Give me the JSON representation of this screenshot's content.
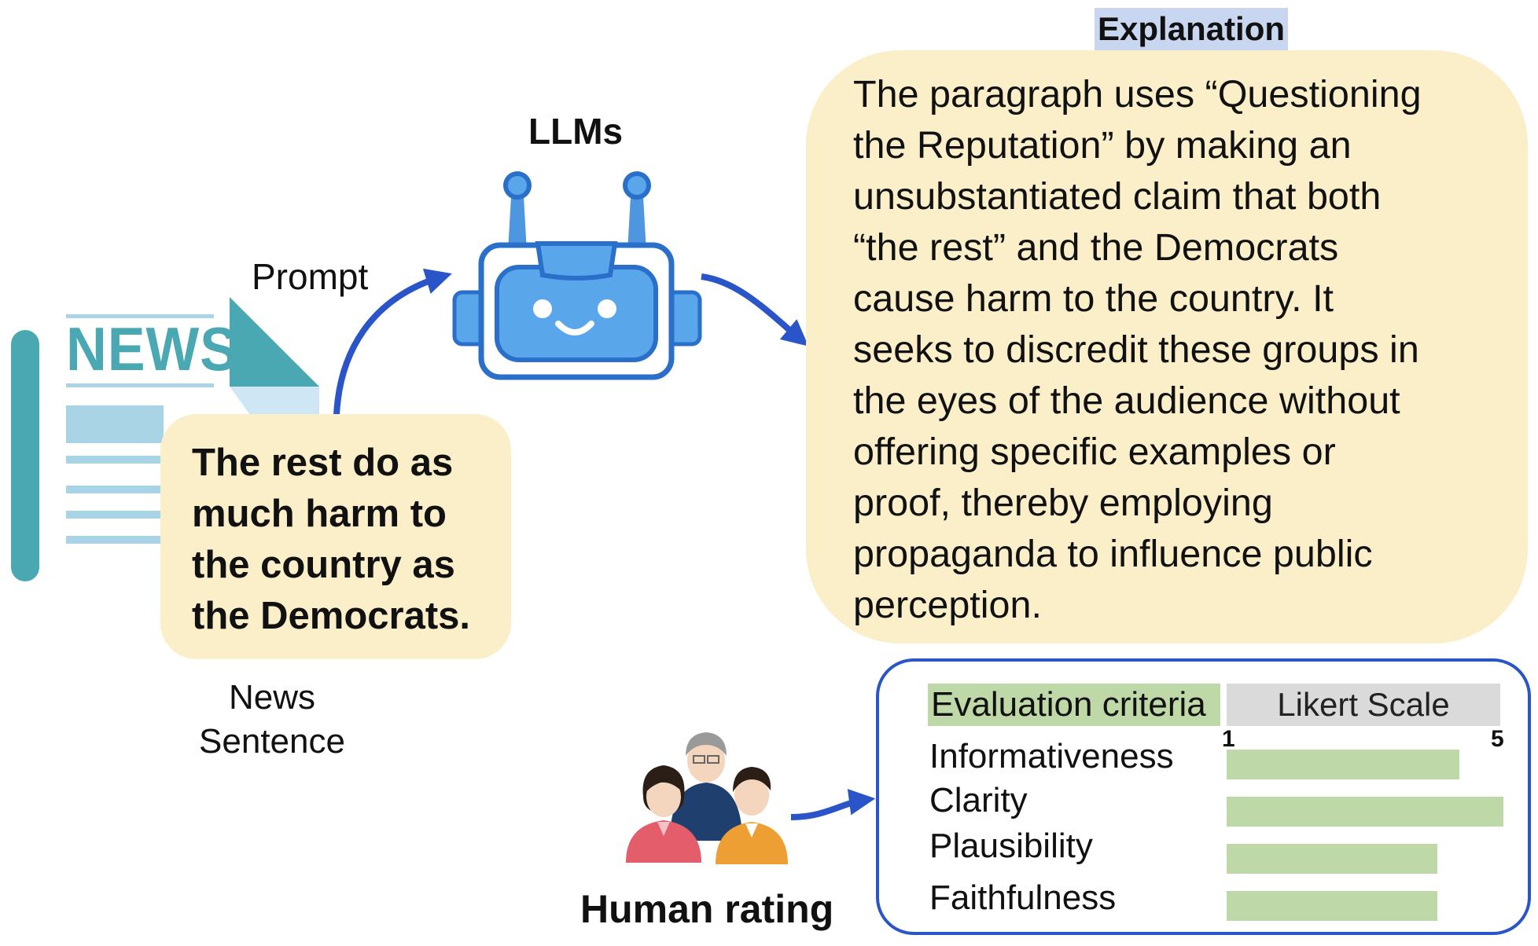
{
  "news_icon": {
    "word": "NEWS"
  },
  "news_sentence": {
    "lines": [
      "The rest do as",
      "much harm to",
      "the country as",
      "the Democrats."
    ],
    "label_lines": [
      "News",
      "Sentence"
    ]
  },
  "prompt_label": "Prompt",
  "llm_label": "LLMs",
  "explanation": {
    "title": "Explanation",
    "lines": [
      "The paragraph uses “Questioning",
      "the Reputation” by making an",
      "unsubstantiated claim that both",
      "“the rest” and the Democrats",
      "cause harm to the country. It",
      "seeks to discredit these groups in",
      "the eyes of the audience without",
      "offering specific examples or",
      "proof, thereby employing",
      "propaganda to influence public",
      "perception."
    ]
  },
  "human_rating_label": "Human rating",
  "evaluation": {
    "criteria_header": "Evaluation criteria",
    "scale_header": "Likert Scale",
    "scale_min": "1",
    "scale_max": "5",
    "criteria": [
      {
        "name": "Informativeness",
        "score": 4.2
      },
      {
        "name": "Clarity",
        "score": 5.0
      },
      {
        "name": "Plausibility",
        "score": 3.8
      },
      {
        "name": "Faithfulness",
        "score": 3.8
      }
    ]
  },
  "colors": {
    "accent_blue": "#2a55c8",
    "robot_blue": "#5aa6ea",
    "news_teal": "#4aa8b3",
    "highlight_yellow": "#fbefca",
    "criteria_green": "#bfd8a8"
  },
  "icons": [
    "newspaper-icon",
    "robot-icon",
    "people-icon"
  ]
}
